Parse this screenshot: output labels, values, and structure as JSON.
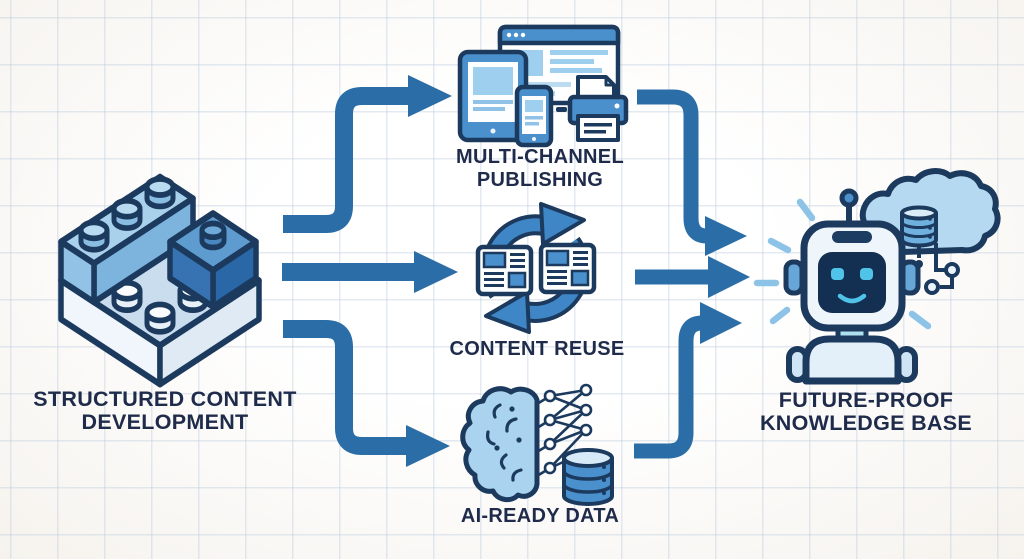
{
  "title": "Structured content workflow diagram",
  "colors": {
    "arrow": "#2b6da6",
    "outline_navy": "#1c3a5e",
    "text_navy": "#1f2b4a",
    "blue_medium": "#4a90cc",
    "blue_light": "#9fcfee",
    "cyan_accent": "#4fc3e8",
    "grid_line": "#bccdde",
    "paper": "#fcfdfe"
  },
  "nodes": {
    "source": {
      "id": "structured-content-development",
      "label_line1": "STRUCTURED CONTENT",
      "label_line2": "DEVELOPMENT",
      "icon": "lego-bricks-icon"
    },
    "channel_publishing": {
      "id": "multi-channel-publishing",
      "label_line1": "MULTI-CHANNEL",
      "label_line2": "PUBLISHING",
      "icon": "devices-printer-icon"
    },
    "channel_reuse": {
      "id": "content-reuse",
      "label_line1": "CONTENT REUSE",
      "icon": "sync-documents-icon"
    },
    "channel_ai": {
      "id": "ai-ready-data",
      "label_line1": "AI-READY DATA",
      "icon": "brain-network-database-icon"
    },
    "target": {
      "id": "future-proof-knowledge-base",
      "label_line1": "FUTURE-PROOF",
      "label_line2": "KNOWLEDGE BASE",
      "icon": "robot-cloud-database-icon"
    }
  },
  "edges": [
    {
      "from": "structured-content-development",
      "to": "multi-channel-publishing"
    },
    {
      "from": "structured-content-development",
      "to": "content-reuse"
    },
    {
      "from": "structured-content-development",
      "to": "ai-ready-data"
    },
    {
      "from": "multi-channel-publishing",
      "to": "future-proof-knowledge-base"
    },
    {
      "from": "content-reuse",
      "to": "future-proof-knowledge-base"
    },
    {
      "from": "ai-ready-data",
      "to": "future-proof-knowledge-base"
    }
  ]
}
